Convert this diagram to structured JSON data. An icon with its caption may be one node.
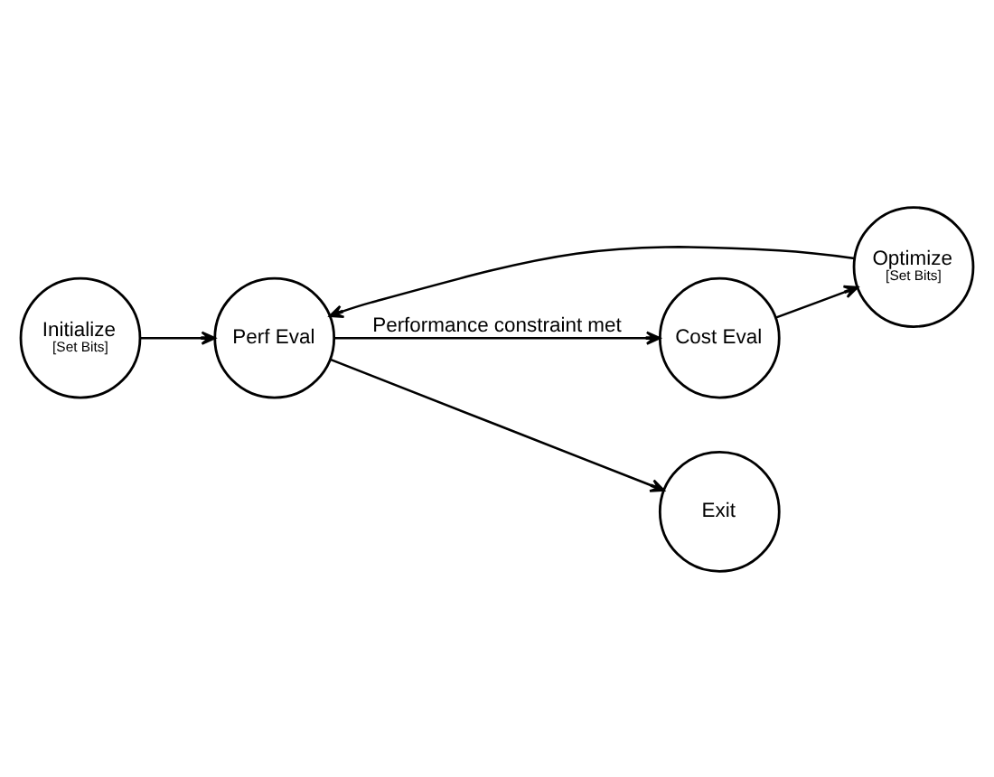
{
  "diagram": {
    "nodes": [
      {
        "text": [
          "Initialize",
          "[Set Bits]"
        ]
      },
      {
        "text": [
          "Optimize",
          "[Set Bits]"
        ]
      },
      {
        "text": [
          "Perf Eval"
        ]
      },
      {
        "text": [
          "Cost Eval"
        ]
      },
      {
        "text": [
          "Exit"
        ]
      }
    ],
    "edges": [
      {
        "from": 0,
        "to": 2,
        "arrow": "to"
      },
      {
        "from": 1,
        "to": 2,
        "arrow": "to"
      },
      {
        "from": 3,
        "to": 1,
        "arrow": "to"
      },
      {
        "from": 2,
        "to": 3,
        "arrow": "to",
        "label": "Performance constraint met"
      },
      {
        "from": 2,
        "to": 4,
        "arrow": "to"
      }
    ]
  }
}
